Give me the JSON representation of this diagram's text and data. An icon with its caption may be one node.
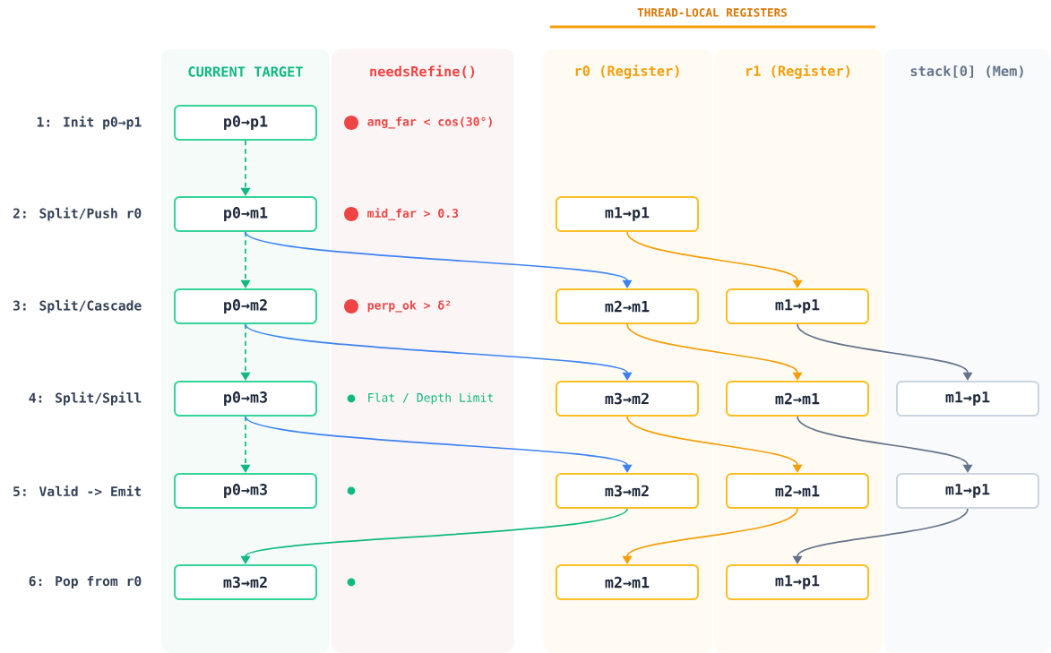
{
  "diagram": {
    "nodes": [
      {
        "text": [
          "p0→p1"
        ]
      },
      {
        "text": [
          "p0→m1"
        ]
      },
      {
        "text": [
          "p0→m2"
        ]
      },
      {
        "text": [
          "p0→m3"
        ]
      },
      {
        "text": [
          "p0→m3"
        ]
      },
      {
        "text": [
          "m3→m2"
        ]
      },
      {
        "text": [
          "m1→p1"
        ]
      },
      {
        "text": [
          "m2→m1"
        ]
      },
      {
        "text": [
          "m3→m2"
        ]
      },
      {
        "text": [
          "m3→m2"
        ]
      },
      {
        "text": [
          "m2→m1"
        ]
      },
      {
        "text": [
          "m1→p1"
        ]
      },
      {
        "text": [
          "m2→m1"
        ]
      },
      {
        "text": [
          "m2→m1"
        ]
      },
      {
        "text": [
          "m1→p1"
        ]
      },
      {
        "text": [
          "m1→p1"
        ]
      },
      {
        "text": [
          "m1→p1"
        ]
      }
    ],
    "edges": [
      {
        "from": 0,
        "to": 1,
        "arrow": "to",
        "style": "dashed",
        "color": "#10b981"
      },
      {
        "from": 1,
        "to": 2,
        "arrow": "to",
        "style": "dashed",
        "color": "#10b981"
      },
      {
        "from": 2,
        "to": 3,
        "arrow": "to",
        "style": "dashed",
        "color": "#10b981"
      },
      {
        "from": 3,
        "to": 4,
        "arrow": "to",
        "style": "dashed",
        "color": "#10b981"
      },
      {
        "from": 1,
        "to": 7,
        "arrow": "to",
        "color": "#3b82f6"
      },
      {
        "from": 2,
        "to": 8,
        "arrow": "to",
        "color": "#3b82f6"
      },
      {
        "from": 3,
        "to": 9,
        "arrow": "to",
        "color": "#3b82f6"
      },
      {
        "from": 6,
        "to": 11,
        "arrow": "to",
        "color": "#f59e0b"
      },
      {
        "from": 7,
        "to": 12,
        "arrow": "to",
        "color": "#f59e0b"
      },
      {
        "from": 8,
        "to": 13,
        "arrow": "to",
        "color": "#f59e0b"
      },
      {
        "from": 13,
        "to": 10,
        "arrow": "to",
        "color": "#f59e0b"
      },
      {
        "from": 11,
        "to": 15,
        "arrow": "to",
        "color": "#64748b"
      },
      {
        "from": 12,
        "to": 16,
        "arrow": "to",
        "color": "#64748b"
      },
      {
        "from": 16,
        "to": 14,
        "arrow": "to",
        "color": "#64748b"
      },
      {
        "from": 9,
        "to": 5,
        "arrow": "to",
        "color": "#10b981"
      }
    ],
    "labels": [
      "THREAD-LOCAL REGISTERS",
      "CURRENT TARGET",
      "needsRefine()",
      "r0 (Register)",
      "r1 (Register)",
      "stack[0] (Mem)",
      "1: Init p0→p1",
      "2: Split/Push r0",
      "3: Split/Cascade",
      "4: Split/Spill",
      "5: Valid -> Emit",
      "6: Pop from r0",
      "ang_far < cos(30°)",
      "mid_far > 0.3",
      "perp_ok > δ²",
      "Flat / Depth Limit"
    ]
  }
}
